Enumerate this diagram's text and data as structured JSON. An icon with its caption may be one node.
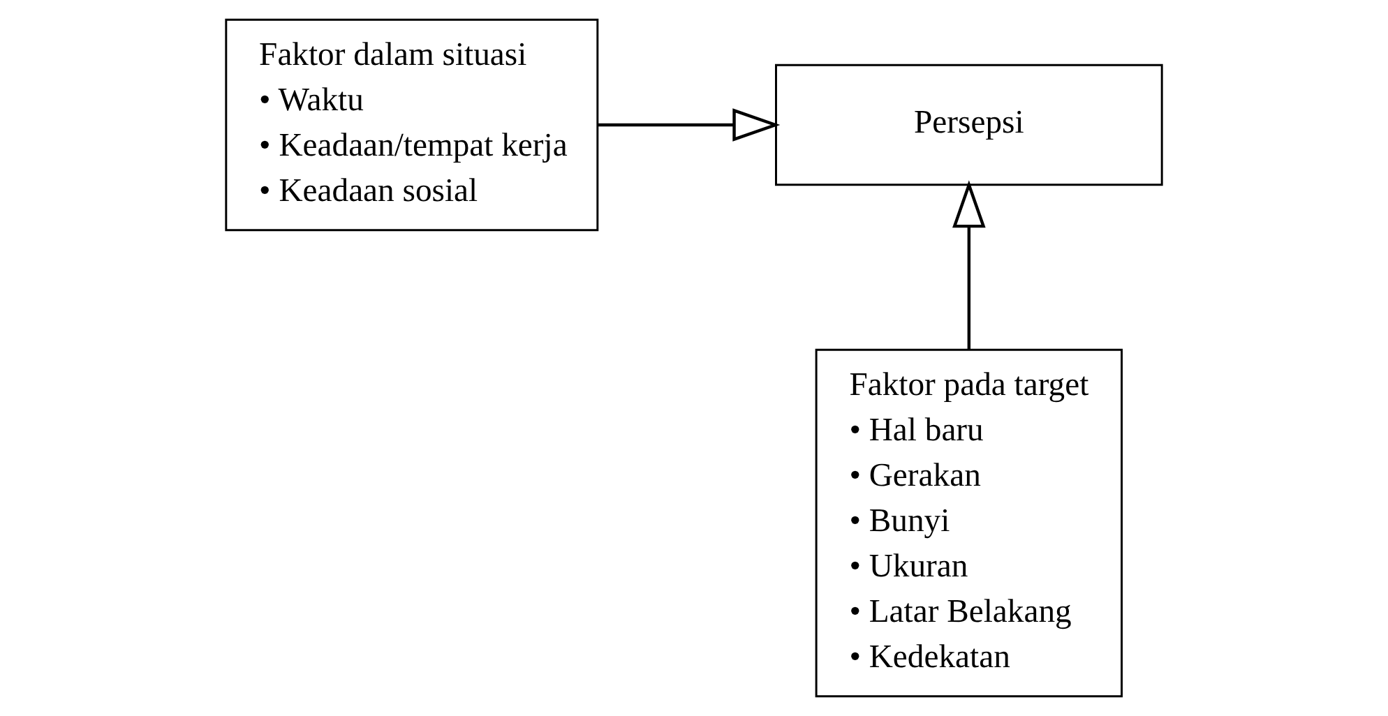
{
  "diagram": {
    "nodes": [
      {
        "text": [
          "Faktor dalam situasi",
          "• Waktu",
          "• Keadaan/tempat kerja",
          "• Keadaan sosial"
        ]
      },
      {
        "text": [
          "Persepsi"
        ]
      },
      {
        "text": [
          "Faktor pada target",
          "• Hal baru",
          "• Gerakan",
          "• Bunyi",
          "• Ukuran",
          "• Latar Belakang",
          "• Kedekatan"
        ]
      }
    ],
    "edges": [
      {
        "from": 0,
        "to": 1,
        "arrow": "to"
      },
      {
        "from": 2,
        "to": 1,
        "arrow": "to"
      }
    ]
  }
}
